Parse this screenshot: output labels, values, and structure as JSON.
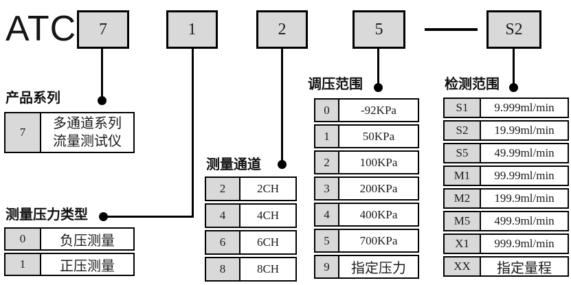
{
  "brand": "ATC",
  "code": {
    "segments": [
      "7",
      "1",
      "2",
      "5",
      "S2"
    ],
    "separator": "—"
  },
  "colors": {
    "box_fill": "#d9d9d9",
    "key_cell_fill": "#d9d9d9",
    "line": "#000000",
    "background": "#ffffff"
  },
  "sections": {
    "product_series": {
      "label": "产品系列",
      "rows": [
        {
          "key": "7",
          "value": "多通道系列\n流量测试仪"
        }
      ]
    },
    "pressure_type": {
      "label": "测量压力类型",
      "rows": [
        {
          "key": "0",
          "value": "负压测量"
        },
        {
          "key": "1",
          "value": "正压测量"
        }
      ]
    },
    "channels": {
      "label": "测量通道",
      "rows": [
        {
          "key": "2",
          "value": "2CH"
        },
        {
          "key": "4",
          "value": "4CH"
        },
        {
          "key": "6",
          "value": "6CH"
        },
        {
          "key": "8",
          "value": "8CH"
        }
      ]
    },
    "pressure_range": {
      "label": "调压范围",
      "rows": [
        {
          "key": "0",
          "value": "-92KPa"
        },
        {
          "key": "1",
          "value": "50KPa"
        },
        {
          "key": "2",
          "value": "100KPa"
        },
        {
          "key": "3",
          "value": "200KPa"
        },
        {
          "key": "4",
          "value": "400KPa"
        },
        {
          "key": "5",
          "value": "700KPa"
        },
        {
          "key": "9",
          "value": "指定压力"
        }
      ]
    },
    "detection_range": {
      "label": "检测范围",
      "rows": [
        {
          "key": "S1",
          "value": "9.999ml/min"
        },
        {
          "key": "S2",
          "value": "19.99ml/min"
        },
        {
          "key": "S5",
          "value": "49.99ml/min"
        },
        {
          "key": "M1",
          "value": "99.99ml/min"
        },
        {
          "key": "M2",
          "value": "199.9ml/min"
        },
        {
          "key": "M5",
          "value": "499.9ml/min"
        },
        {
          "key": "X1",
          "value": "999.9ml/min"
        },
        {
          "key": "XX",
          "value": "指定量程"
        }
      ]
    }
  }
}
